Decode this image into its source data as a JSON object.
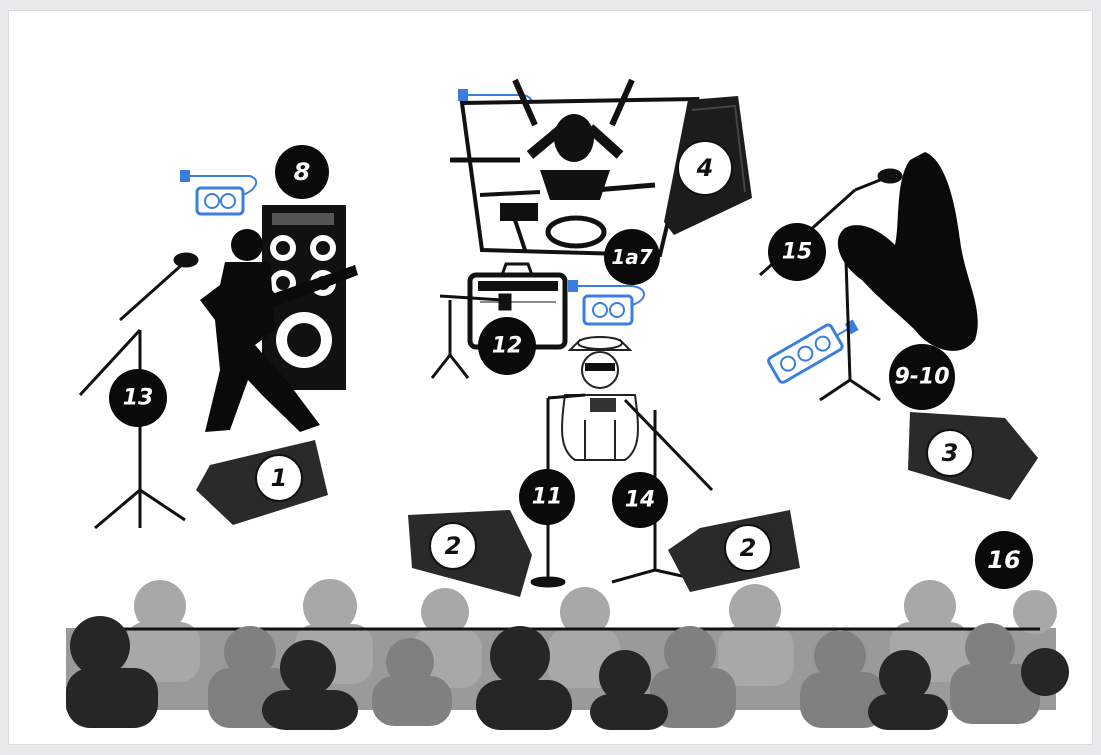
{
  "colors": {
    "panel_bg": "#ffffff",
    "page_bg": "#e9eaeb",
    "silhouette": "#0a0a0a",
    "audience_light": "#a6a6a6",
    "audience_mid": "#7a7a7a",
    "audience_dark": "#2a2a2a",
    "power_blue": "#3a7fe0"
  },
  "labels": {
    "bass_amp": "8",
    "drum_monitor": "4",
    "drums": "1a7",
    "guitar_amp": "12",
    "left_mic": "13",
    "right_mic": "15",
    "keys": "9-10",
    "vocal_mic": "11",
    "harmonica_mic": "14",
    "audience": "16",
    "monitor_left": "1",
    "monitor_center_left": "2",
    "monitor_center_right": "2",
    "monitor_right": "3"
  },
  "icons": [
    "power-strip-icon",
    "plug-icon",
    "microphone-stand-icon",
    "wedge-monitor-icon",
    "speaker-cabinet-icon",
    "drum-kit-icon",
    "guitar-amp-icon",
    "bass-cabinet-icon"
  ]
}
